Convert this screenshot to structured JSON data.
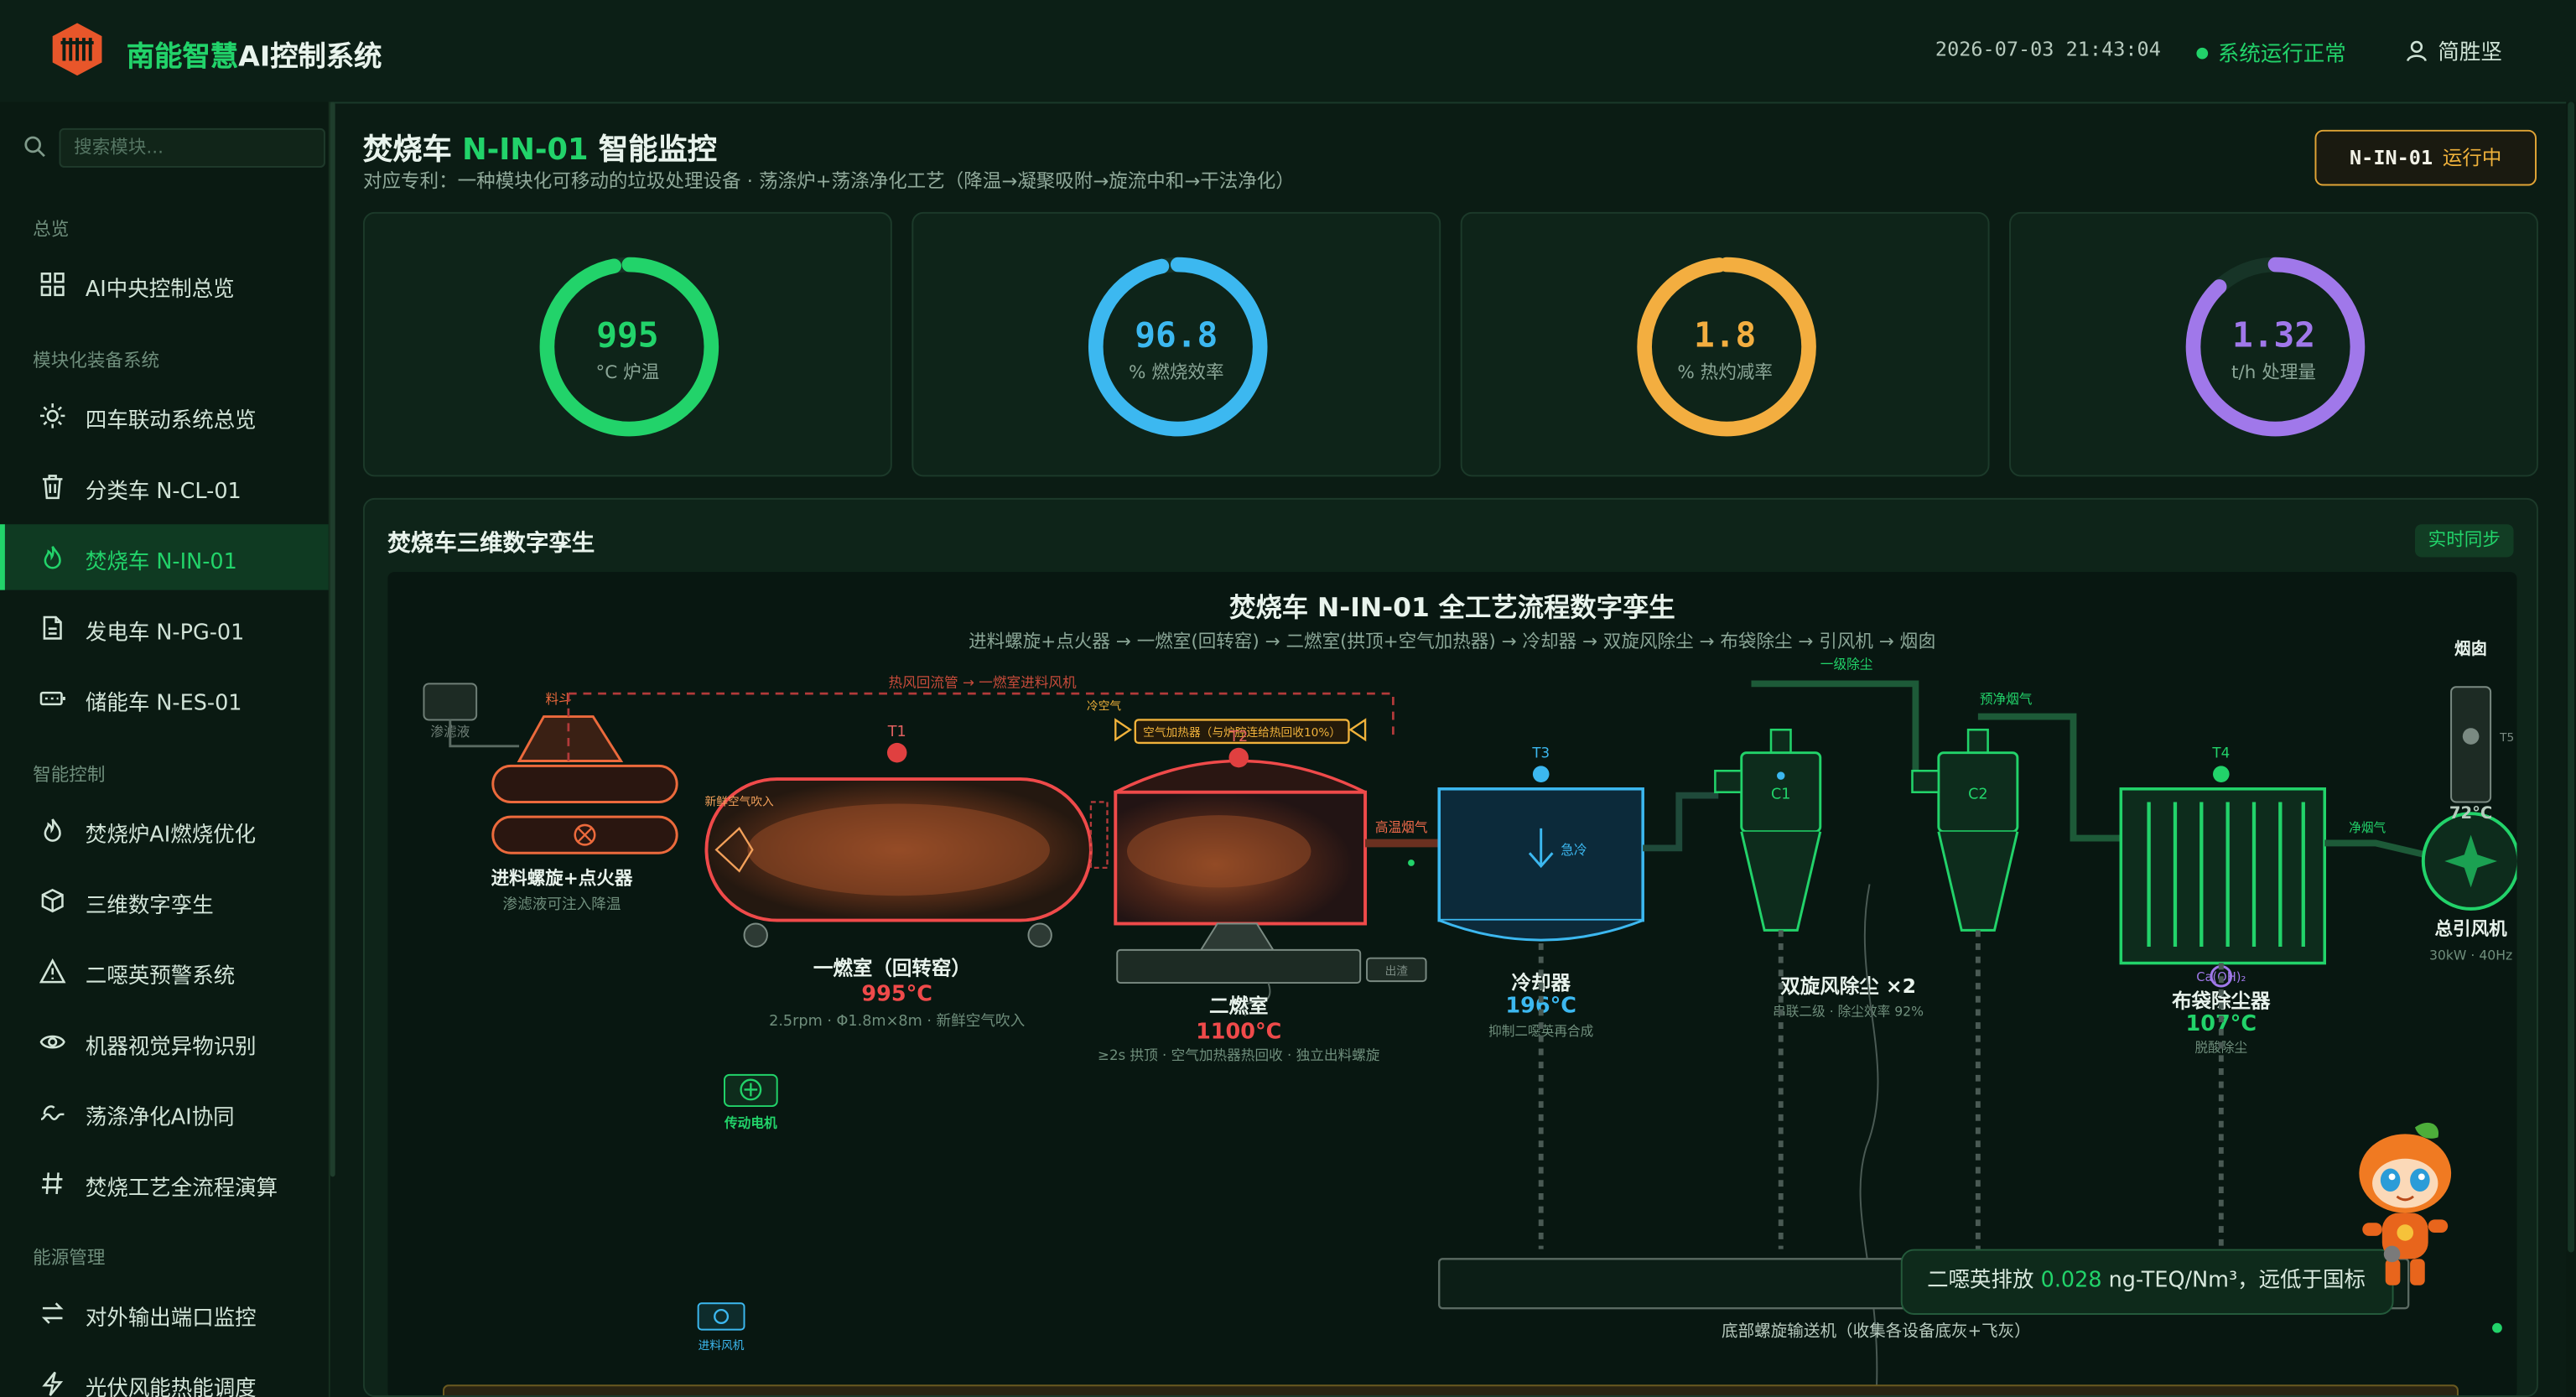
{
  "header": {
    "brand_prefix": "南能智慧",
    "brand_suffix": "AI控制系统",
    "datetime": "2026-07-03 21:43:04",
    "system_status": "系统运行正常",
    "user": "简胜坚"
  },
  "sidebar": {
    "search_placeholder": "搜索模块...",
    "groups": [
      {
        "title": "总览",
        "items": [
          {
            "label": "AI中央控制总览",
            "icon": "grid-icon"
          }
        ]
      },
      {
        "title": "模块化装备系统",
        "items": [
          {
            "label": "四车联动系统总览",
            "icon": "sun-icon"
          },
          {
            "label": "分类车 N-CL-01",
            "icon": "trash-icon"
          },
          {
            "label": "焚烧车 N-IN-01",
            "icon": "flame-icon",
            "active": true
          },
          {
            "label": "发电车 N-PG-01",
            "icon": "document-icon"
          },
          {
            "label": "储能车 N-ES-01",
            "icon": "battery-icon"
          }
        ]
      },
      {
        "title": "智能控制",
        "items": [
          {
            "label": "焚烧炉AI燃烧优化",
            "icon": "flame-icon"
          },
          {
            "label": "三维数字孪生",
            "icon": "cube-icon"
          },
          {
            "label": "二噁英预警系统",
            "icon": "warning-icon"
          },
          {
            "label": "机器视觉异物识别",
            "icon": "eye-icon"
          },
          {
            "label": "荡涤净化AI协同",
            "icon": "wave-icon"
          },
          {
            "label": "焚烧工艺全流程演算",
            "icon": "hash-icon"
          }
        ]
      },
      {
        "title": "能源管理",
        "items": [
          {
            "label": "对外输出端口监控",
            "icon": "swap-icon"
          },
          {
            "label": "光伏风能热能调度",
            "icon": "bolt-icon"
          }
        ]
      }
    ]
  },
  "page": {
    "title_prefix": "焚烧车",
    "title_code": "N-IN-01",
    "title_suffix": "智能监控",
    "subtitle": "对应专利：一种模块化可移动的垃圾处理设备 · 荡涤炉+荡涤净化工艺（降温→凝聚吸附→旋流中和→干法净化）",
    "badge_code": "N-IN-01",
    "badge_status": "运行中"
  },
  "gauges": [
    {
      "value": "995",
      "unit": "°C 炉温",
      "fraction": 0.97,
      "color": "#22d36a"
    },
    {
      "value": "96.8",
      "unit": "% 燃烧效率",
      "fraction": 0.968,
      "color": "#3cb8f0"
    },
    {
      "value": "1.8",
      "unit": "% 热灼减率",
      "fraction": 0.985,
      "color": "#f3ae40"
    },
    {
      "value": "1.32",
      "unit": "t/h 处理量",
      "fraction": 0.88,
      "color": "#a078ea"
    }
  ],
  "twin": {
    "title": "焚烧车三维数字孪生",
    "sync": "实时同步",
    "diagram_title": "焚烧车 N-IN-01 全工艺流程数字孪生",
    "diagram_sub": "进料螺旋+点火器 → 一燃室(回转窑) → 二燃室(拱顶+空气加热器) → 冷却器 → 双旋风除尘 → 布袋除尘 → 引风机 → 烟囱",
    "feed": {
      "name": "进料螺旋+点火器",
      "desc": "渗滤液可注入降温",
      "hopper": "料斗",
      "leachate": "渗滤液"
    },
    "kiln": {
      "name": "一燃室（回转窑）",
      "temp": "995°C",
      "desc": "2.5rpm · Φ1.8m×8m · 新鲜空气吹入",
      "tag": "T1",
      "air": "新鲜空气吹入"
    },
    "secondary": {
      "name": "二燃室",
      "temp": "1100°C",
      "desc": "≥2s 拱顶 · 空气加热器热回收 · 独立出料螺旋",
      "tag": "T2",
      "heater": "空气加热器（与炉腔连给热回收10%）",
      "cold_air": "冷空气",
      "discharge": "出渣"
    },
    "hot_return": "热风回流管 → 一燃室进料风机",
    "flue": "高温烟气",
    "cooler": {
      "name": "冷却器",
      "temp": "196°C",
      "desc": "抑制二噁英再合成",
      "tag": "T3",
      "mode": "急冷"
    },
    "cyclone": {
      "name": "双旋风除尘 ×2",
      "desc": "串联二级 · 除尘效率 92%",
      "c1": "C1",
      "c2": "C2",
      "stage": "一级除尘",
      "pre": "预净烟气"
    },
    "bag": {
      "name": "布袋除尘器",
      "temp": "107°C",
      "desc": "脱酸除尘",
      "tag": "T4",
      "reagent": "Ca(OH)₂"
    },
    "fan": {
      "name": "总引风机",
      "desc": "30kW · 40Hz",
      "clean": "净烟气"
    },
    "chimney": {
      "name": "烟囱",
      "temp": "72°C",
      "tag": "T5"
    },
    "motor": "传动电机",
    "feed_fan": "进料风机",
    "conveyor": "底部螺旋输送机（收集各设备底灰+飞灰）"
  },
  "toast": {
    "prefix": "二噁英排放",
    "value": "0.028",
    "suffix": "ng-TEQ/Nm³，远低于国标"
  }
}
